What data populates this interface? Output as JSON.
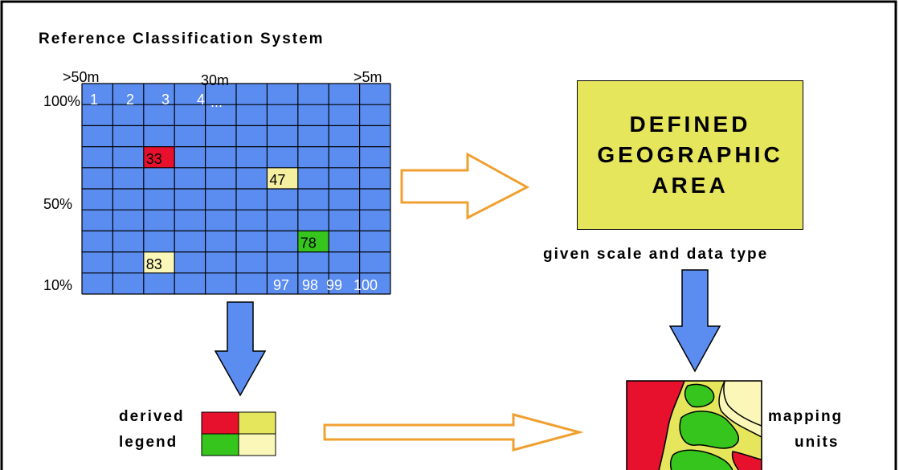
{
  "title": "Reference Classification System",
  "grid": {
    "col_labels": {
      "left": ">50m",
      "mid": "30m",
      "right": ">5m"
    },
    "row_labels": {
      "top": "100%",
      "mid": "50%",
      "bottom": "10%"
    },
    "first_row_numbers": [
      "1",
      "2",
      "3",
      "4"
    ],
    "ellipsis": "...",
    "last_row_numbers": [
      "97",
      "98",
      "99",
      "100"
    ],
    "highlighted_cells": [
      {
        "label": "33",
        "color": "#e8112d"
      },
      {
        "label": "47",
        "color": "#f5f0a0"
      },
      {
        "label": "78",
        "color": "#35c51c"
      },
      {
        "label": "83",
        "color": "#faf7b8"
      }
    ],
    "cell_color": "#5b8cf0"
  },
  "area_box": {
    "lines": [
      "DEFINED",
      "GEOGRAPHIC",
      "AREA"
    ],
    "color": "#e6e65c"
  },
  "area_caption": "given scale and data type",
  "legend": {
    "label_line1": "derived",
    "label_line2": "legend",
    "colors": [
      "#e8112d",
      "#e6e65c",
      "#35c51c",
      "#faf7b8"
    ]
  },
  "map": {
    "label_line1": "mapping",
    "label_line2": "units"
  }
}
